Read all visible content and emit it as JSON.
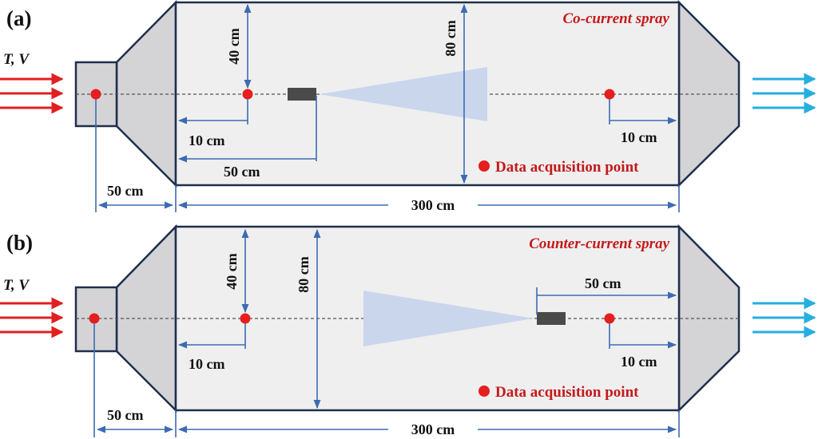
{
  "panels": [
    {
      "panel_label": "(a)",
      "title": "Co-current spray",
      "inlet_label_italic": "T, V",
      "dims": {
        "inlet_to_chamber": "50 cm",
        "chamber_length": "300 cm",
        "height": "80 cm",
        "half_height": "40 cm",
        "probe1_offset": "10 cm",
        "nozzle_offset": "50 cm",
        "probe2_offset": "10 cm"
      },
      "legend": "Data acquisition point"
    },
    {
      "panel_label": "(b)",
      "title": "Counter-current spray",
      "inlet_label_italic": "T, V",
      "dims": {
        "inlet_to_chamber": "50 cm",
        "chamber_length": "300 cm",
        "height": "80 cm",
        "half_height": "40 cm",
        "probe1_offset": "10 cm",
        "nozzle_offset": "50 cm",
        "probe2_offset": "10 cm"
      },
      "legend": "Data acquisition point"
    }
  ],
  "colors": {
    "outline": "#1f2f4d",
    "hood_fill": "#d4d4d6",
    "chamber_fill": "#efeff0",
    "dim_line": "#3d6bb3",
    "inlet_arrow": "#e02020",
    "outlet_arrow": "#26aee0",
    "probe_point": "#e61e1e",
    "nozzle": "#4a4a4a",
    "spray": "#c9d6ec",
    "text_red": "#c41a1a"
  }
}
